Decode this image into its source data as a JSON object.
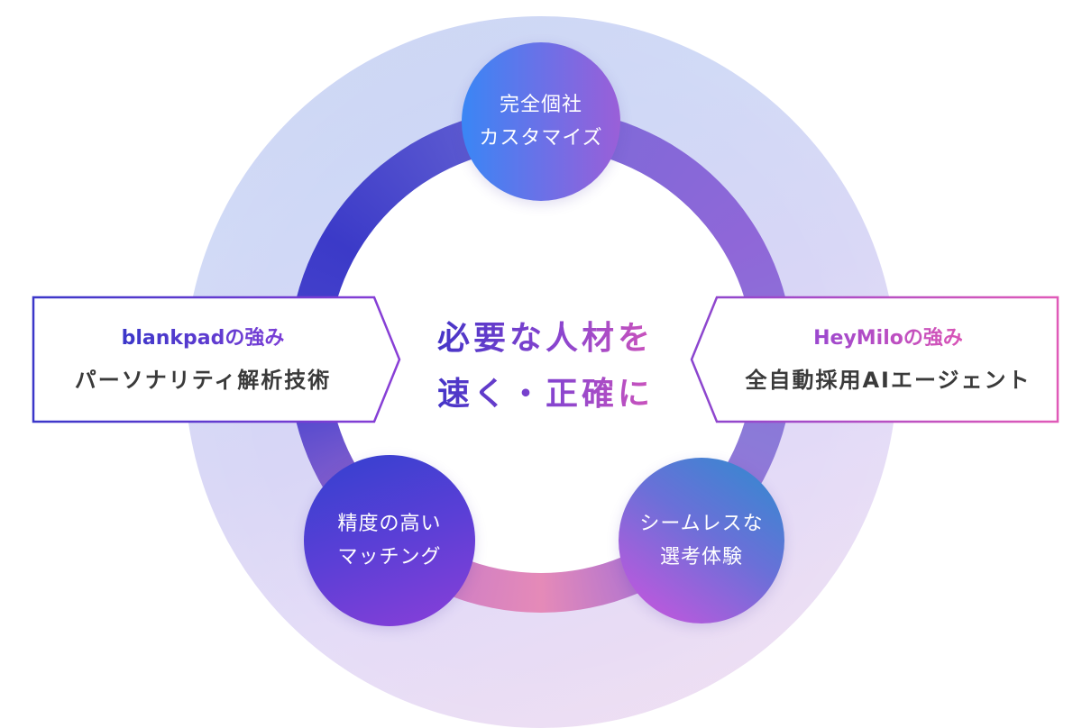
{
  "diagram": {
    "center_message": {
      "line1": "必要な人材を",
      "line2": "速く・正確に"
    },
    "nodes": [
      {
        "position": "top",
        "line1": "完全個社",
        "line2": "カスタマイズ"
      },
      {
        "position": "bottom-left",
        "line1": "精度の高い",
        "line2": "マッチング"
      },
      {
        "position": "bottom-right",
        "line1": "シームレスな",
        "line2": "選考体験"
      }
    ],
    "left_tag": {
      "title": "blankpadの強み",
      "subtitle": "パーソナリティ解析技術"
    },
    "right_tag": {
      "title": "HeyMiloの強み",
      "subtitle": "全自動採用AIエージェント"
    },
    "colors": {
      "blue": "#3a3ac8",
      "purple": "#8a45cf",
      "pink": "#d856b8",
      "sky": "#3a86f5",
      "text_dark": "#3a3a3a"
    }
  }
}
